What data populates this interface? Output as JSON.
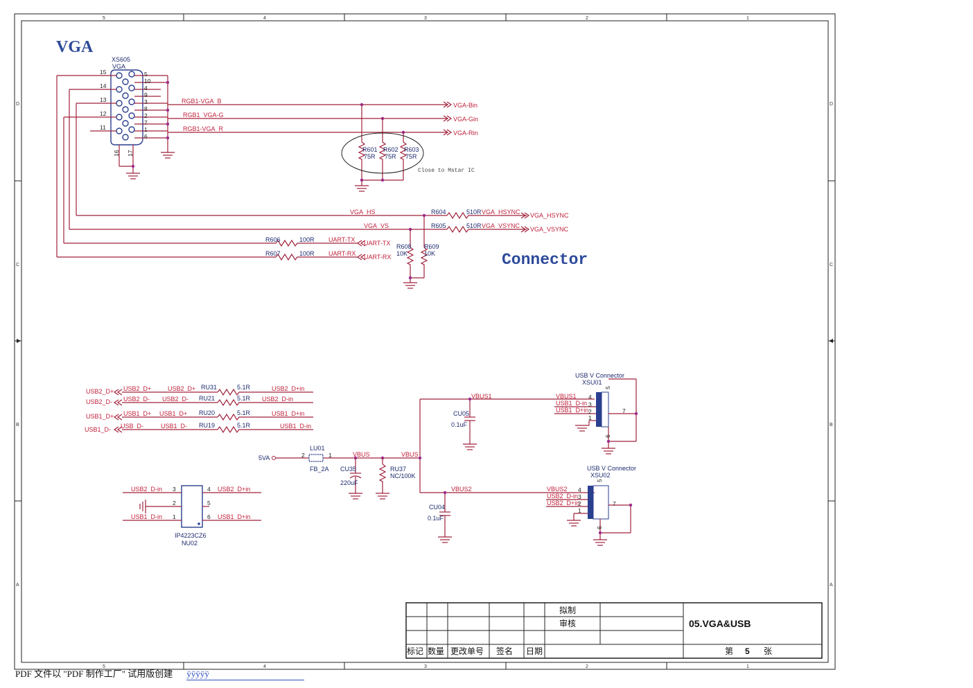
{
  "titles": {
    "vga": "VGA",
    "connector": "Connector"
  },
  "vga_connector": {
    "ref": "XS605",
    "type": "VGA"
  },
  "vga_left_pins": [
    "15",
    "14",
    "13",
    "12",
    "11"
  ],
  "vga_right_pins": [
    "5",
    "10",
    "4",
    "9",
    "3",
    "8",
    "2",
    "7",
    "1",
    "6"
  ],
  "vga_bottom_pins": [
    "16",
    "17"
  ],
  "rgb_nets": [
    "RGB1-VGA_B",
    "RGB1_VGA-G",
    "RGB1-VGA_R"
  ],
  "vga_out_ports": [
    "VGA-Bin",
    "VGA-Gin",
    "VGA-Rin"
  ],
  "term_resistors": [
    {
      "ref": "R601",
      "value": "75R"
    },
    {
      "ref": "R602",
      "value": "75R"
    },
    {
      "ref": "R603",
      "value": "75R"
    }
  ],
  "close_note": "Close to Mstar IC",
  "sync": [
    {
      "left_net": "VGA_HS",
      "ref": "R604",
      "value": "510R",
      "right_net": "VGA_HSYNC",
      "port": "VGA_HSYNC"
    },
    {
      "left_net": "VGA_VS",
      "ref": "R605",
      "value": "510R",
      "right_net": "VGA_VSYNC",
      "port": "VGA_VSYNC"
    }
  ],
  "uart": [
    {
      "ref": "R606",
      "value": "100R",
      "net": "UART-TX",
      "port": "UART-TX"
    },
    {
      "ref": "R607",
      "value": "100R",
      "net": "UART-RX",
      "port": "UART-RX"
    }
  ],
  "pullups": [
    {
      "ref": "R608",
      "value": "10K"
    },
    {
      "ref": "R609",
      "value": "10K"
    }
  ],
  "usb_series": [
    {
      "port": "USB2_D+",
      "net_in": "USB2_D+",
      "net_mid": "USB2_D+",
      "ref": "RU31",
      "value": "5.1R",
      "net_out": "USB2_D+in"
    },
    {
      "port": "USB2_D-",
      "net_in": "USB2_D-",
      "net_mid": "USB2_D-",
      "ref": "RU21",
      "value": "5.1R",
      "net_out": "USB2_D-in"
    },
    {
      "port": "USB1_D+",
      "net_in": "USB1_D+",
      "net_mid": "USB1_D+",
      "ref": "RU20",
      "value": "5.1R",
      "net_out": "USB1_D+in"
    },
    {
      "port": "USB1_D-",
      "net_in": "USB_D-",
      "net_mid": "USB1_D-",
      "ref": "RU19",
      "value": "5.1R",
      "net_out": "USB1_D-in"
    }
  ],
  "power": {
    "input": "5VA",
    "ferrite": {
      "ref": "LU01",
      "value": "FB_2A",
      "pin_a": "2",
      "pin_b": "1"
    },
    "net_vbus_a": "VBUS",
    "net_vbus_b": "VBUS",
    "cap_bulk": {
      "ref": "CU35",
      "value": "220uF"
    },
    "bleeder": {
      "ref": "RU37",
      "value": "NC/100K"
    },
    "net_vbus1": "VBUS1",
    "net_vbus2": "VBUS2",
    "cap1": {
      "ref": "CU05",
      "value": "0.1uF"
    },
    "cap2": {
      "ref": "CU04",
      "value": "0.1uF"
    }
  },
  "usb_connectors": [
    {
      "title": "USB V Connector",
      "ref": "XSU01",
      "nets": [
        "VBUS1",
        "USB1_D-in",
        "USB1_D+in"
      ],
      "pins": [
        "4",
        "3",
        "2",
        "1",
        "5",
        "6",
        "7"
      ]
    },
    {
      "title": "USB V Connector",
      "ref": "XSU02",
      "nets": [
        "VBUS2",
        "USB2_D-in",
        "USB2_D+in"
      ],
      "pins": [
        "4",
        "3",
        "2",
        "1",
        "5",
        "6",
        "7"
      ]
    }
  ],
  "esd": {
    "part": "IP4223CZ6",
    "ref": "NU02",
    "left_nets": [
      "USB2_D-in",
      "USB1_D-in"
    ],
    "right_nets": [
      "USB2_D+in",
      "USB1_D+in"
    ],
    "pins": [
      "3",
      "2",
      "1",
      "4",
      "5",
      "6"
    ]
  },
  "title_block": {
    "draw": "拟制",
    "review": "审核",
    "sheet_name": "05.VGA&USB",
    "sheet_prefix": "第",
    "sheet_no": "5",
    "sheet_suffix": "张",
    "col_headers": [
      "标记",
      "数量",
      "更改单号",
      "签名",
      "日期"
    ]
  },
  "zones_top": [
    "5",
    "4",
    "3",
    "2",
    "1"
  ],
  "zones_side": [
    "D",
    "C",
    "B",
    "A"
  ],
  "footer": {
    "text": "PDF 文件以 \"PDF 制作工厂\" 试用版创建",
    "tail": "ÿÿÿÿÿ"
  }
}
